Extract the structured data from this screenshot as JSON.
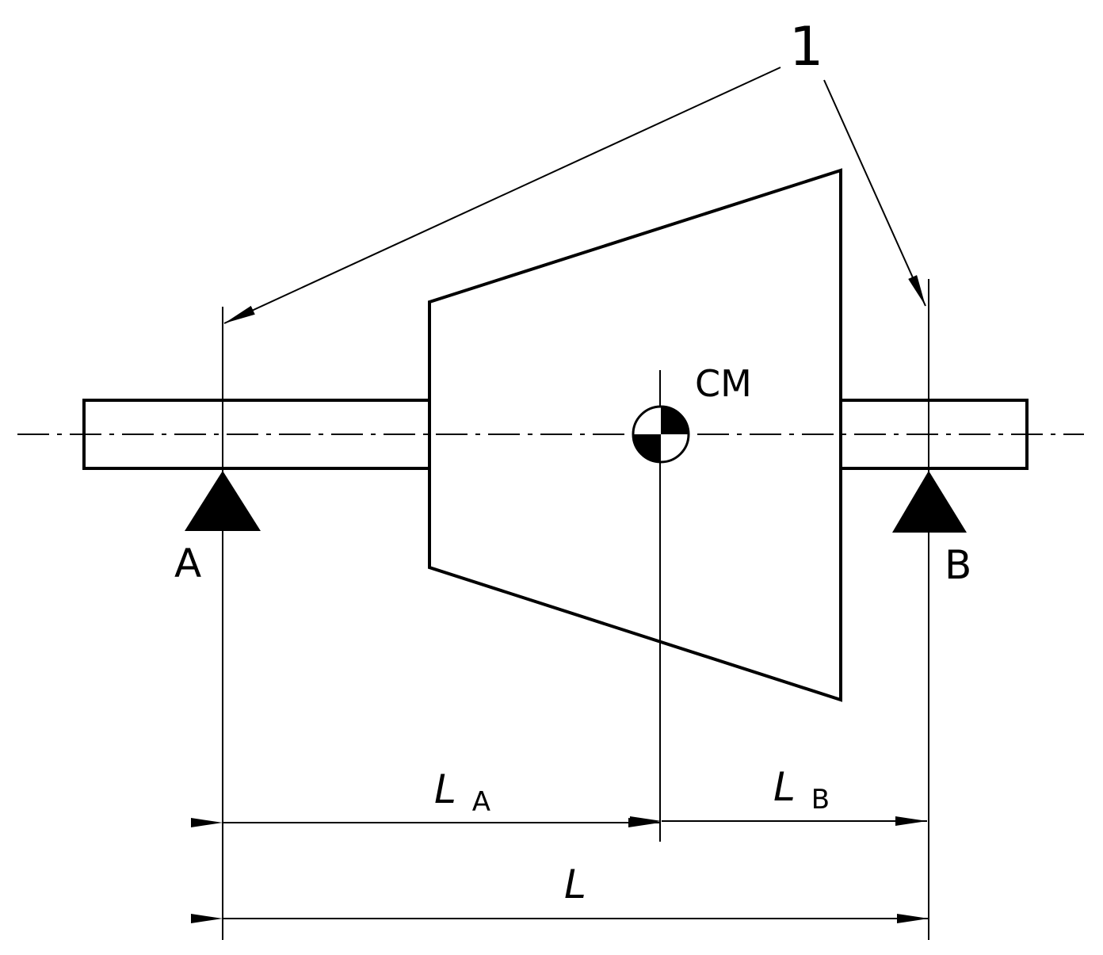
{
  "labels": {
    "callout": "1",
    "center_of_mass": "CM",
    "support_a": "A",
    "support_b": "B",
    "dim_la_main": "L",
    "dim_la_sub": "A",
    "dim_lb_main": "L",
    "dim_lb_sub": "B",
    "dim_total": "L"
  },
  "colors": {
    "line": "#000000",
    "background": "#ffffff"
  }
}
